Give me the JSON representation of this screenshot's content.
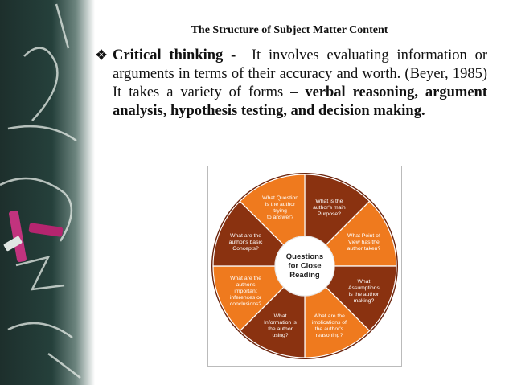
{
  "slide": {
    "title": "The Structure of Subject Matter Content",
    "term": "Critical thinking -",
    "definition": "It involves evaluating information or arguments in terms of their accuracy and worth. (Beyer, 1985) It takes a variety of forms –",
    "forms": "verbal reasoning, argument analysis, hypothesis testing, and decision making.",
    "bullet_icon": "diamond-bullet-icon"
  },
  "wheel": {
    "center_lines": [
      "Questions",
      "for Close",
      "Reading"
    ],
    "segments": [
      {
        "lines": [
          "What is the",
          "author's main",
          "Purpose?"
        ],
        "color": "#8a3210"
      },
      {
        "lines": [
          "What Point of",
          "View has the",
          "author taken?"
        ],
        "color": "#ef7a1e"
      },
      {
        "lines": [
          "What",
          "Assumptions",
          "is the author",
          "making?"
        ],
        "color": "#8a3210"
      },
      {
        "lines": [
          "What are the",
          "implications of",
          "the author's",
          "reasoning?"
        ],
        "color": "#ef7a1e"
      },
      {
        "lines": [
          "What",
          "Information is",
          "the author",
          "using?"
        ],
        "color": "#8a3210"
      },
      {
        "lines": [
          "What are the",
          "author's",
          "important",
          "inferences or",
          "conclusions?"
        ],
        "color": "#ef7a1e"
      },
      {
        "lines": [
          "What are the",
          "author's basic",
          "Concepts?"
        ],
        "color": "#8a3210"
      },
      {
        "lines": [
          "What Question",
          "is the author",
          "trying",
          "to answer?"
        ],
        "color": "#ef7a1e"
      }
    ],
    "rim_color": "#6b230c",
    "center_color": "#ffffff"
  }
}
